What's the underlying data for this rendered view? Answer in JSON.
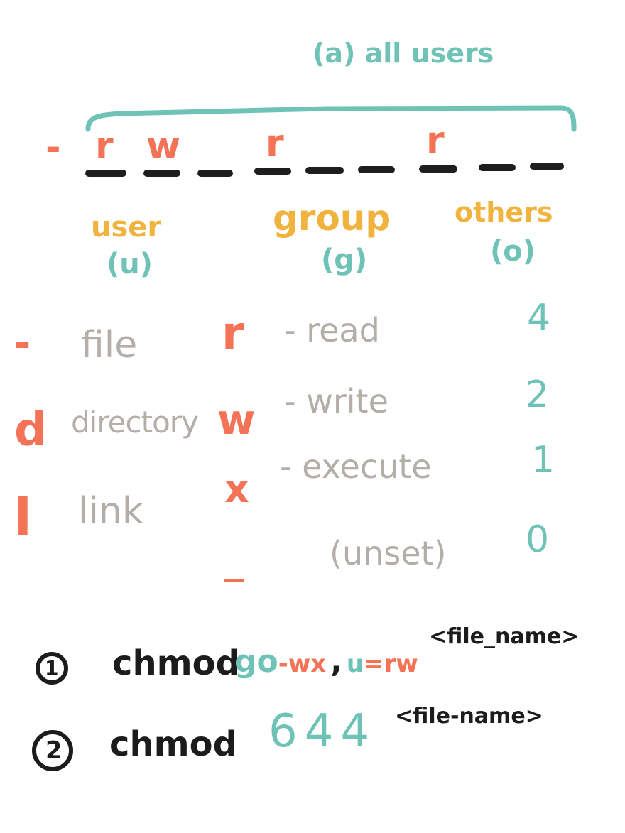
{
  "all_users_label": "(a) all users",
  "permission_string": {
    "type_char": "-",
    "user_bits": [
      "r",
      "w",
      "_"
    ],
    "group_bits": [
      "r",
      "_",
      "_"
    ],
    "others_bits": [
      "r",
      "_",
      "_"
    ]
  },
  "classes": [
    {
      "name": "user",
      "abbr": "(u)"
    },
    {
      "name": "group",
      "abbr": "(g)"
    },
    {
      "name": "others",
      "abbr": "(o)"
    }
  ],
  "file_types": [
    {
      "symbol": "-",
      "label": "file"
    },
    {
      "symbol": "d",
      "label": "directory"
    },
    {
      "symbol": "l",
      "label": "link"
    }
  ],
  "permissions": [
    {
      "symbol": "r",
      "label": "- read",
      "value": "4"
    },
    {
      "symbol": "w",
      "label": "- write",
      "value": "2"
    },
    {
      "symbol": "x",
      "label": "- execute",
      "value": "1"
    },
    {
      "symbol": "_",
      "label": "(unset)",
      "value": "0"
    }
  ],
  "examples": [
    {
      "index": "1",
      "command": "chmod",
      "args": [
        {
          "text": "go",
          "color": "#6fc3b6"
        },
        {
          "text": "-wx",
          "color": "#f47356"
        },
        {
          "text": ",",
          "color": "#1c1c1c"
        },
        {
          "text": "u",
          "color": "#6fc3b6"
        },
        {
          "text": "=rw",
          "color": "#f47356"
        }
      ],
      "target": "<file_name>"
    },
    {
      "index": "2",
      "command": "chmod",
      "args": [
        {
          "text": "644",
          "color": "#6fc3b6"
        }
      ],
      "target": "<file-name>"
    }
  ],
  "colors": {
    "teal": "#6fc3b6",
    "orange": "#f47356",
    "yellow": "#f0b33e",
    "grey": "#b3aea7",
    "black": "#1c1c1c"
  }
}
